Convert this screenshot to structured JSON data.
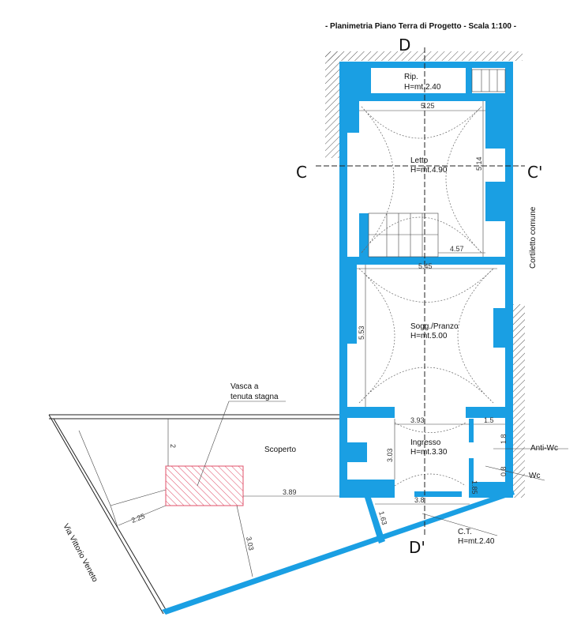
{
  "title": "- Planimetria Piano Terra di Progetto - Scala 1:100 -",
  "colors": {
    "wall": "#1a9fe3",
    "tank": "#e0506a"
  },
  "sections": {
    "d_top": "D",
    "d_bottom": "D'",
    "c_left": "C",
    "c_right": "C'"
  },
  "rooms": {
    "rip": {
      "name": "Rip.",
      "height": "H=mt.2.40"
    },
    "letto": {
      "name": "Letto",
      "height": "H=mt.4.90"
    },
    "soggiorno": {
      "name": "Sogg./Pranzo",
      "height": "H=mt.5.00"
    },
    "ingresso": {
      "name": "Ingresso",
      "height": "H=mt.3.30"
    },
    "ct": {
      "name": "C.T.",
      "height": "H=mt.2.40"
    },
    "antiwc": {
      "name": "Anti-Wc"
    },
    "wc": {
      "name": "Wc"
    },
    "scoperto": {
      "name": "Scoperto"
    },
    "cortiletto": {
      "name": "Cortiletto comune"
    },
    "vasca": {
      "line1": "Vasca a",
      "line2": "tenuta stagna"
    },
    "street": {
      "name": "Via Vittorio Veneto"
    }
  },
  "dimensions": {
    "letto_w": "5.25",
    "letto_h": "5.14",
    "letto_inner": "4.57",
    "sogg_w": "5.45",
    "sogg_h": "5.53",
    "ingr_w": "3.93",
    "ingr_h": "3.03",
    "antiwc_w": "1.5",
    "antiwc_h": "1.8",
    "wc_w": "0.8",
    "wc_h": "1.85",
    "ct_w": "3.8",
    "ct_side": "1.63",
    "vasca_dist": "2",
    "vasca_left": "2.25",
    "vasca_right": "3.89",
    "vasca_down": "3.03"
  }
}
